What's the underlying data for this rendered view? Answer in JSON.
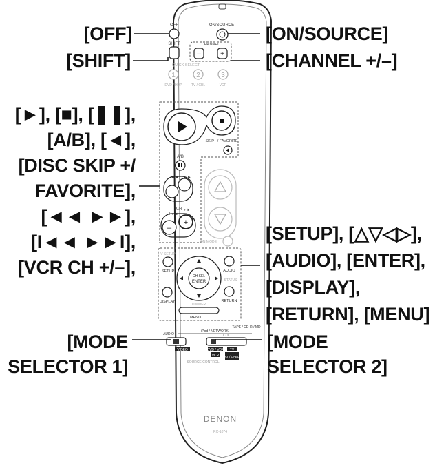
{
  "callouts": {
    "off": "[OFF]",
    "shift": "[SHIFT]",
    "on_source": "[ON/SOURCE]",
    "channel": "[CHANNEL +/–]",
    "transport_lines": [
      "[►], [■], [❚❚],",
      "[A/B], [◄],",
      "[DISC SKIP +/",
      "FAVORITE],",
      "[◄◄  ►►],",
      "[I◄◄  ►►I],",
      "[VCR CH +/–],"
    ],
    "setup_lines": [
      "[SETUP], [△▽◁▷],",
      "[AUDIO], [ENTER],",
      "[DISPLAY],",
      "[RETURN], [MENU]"
    ],
    "mode1_lines": [
      "[MODE",
      "SELECTOR 1]"
    ],
    "mode2_lines": [
      "[MODE",
      "SELECTOR 2]"
    ]
  },
  "remote": {
    "brand": "DENON",
    "model": "RC-1074",
    "labels": {
      "off": "OFF",
      "on_source": "ON/SOURCE",
      "shift": "SHIFT",
      "channel": "CHANNEL",
      "minus": "–",
      "plus": "+",
      "quick_select": "QUICK SELECT",
      "qs1": "1",
      "qs2": "2",
      "qs3": "3",
      "dvd_hdp": "DVD / HDP",
      "tv_cbl": "TV / CBL",
      "vcr": "VCR",
      "skip_favorite": "SKIP+ / FAVORITE",
      "ab": "A/B",
      "ch": "CH",
      "ch_minus": "–",
      "ch_plus": "+",
      "on_mode": "ON MODE",
      "v_setup": "V-SETUP",
      "setup": "SETUP",
      "audio": "AUDIO",
      "ch_sel": "CH SEL",
      "enter": "ENTER",
      "status": "STATUS",
      "display": "DISPLAY",
      "return": "RETURN",
      "dimmer": "DIMMER",
      "menu": "MENU",
      "ipod_network": "iPod / NETWORK",
      "tape_cdr_md": "TAPE / CD-R / MD",
      "cd": "CD",
      "audio_mode": "AUDIO",
      "video": "VIDEO",
      "dvd_vdp": "DVD / VDP",
      "vcr_mode": "VCR",
      "tv": "TV",
      "sat_cable": "SAT / CABLE",
      "source_control": "SOURCE CONTROL"
    }
  }
}
